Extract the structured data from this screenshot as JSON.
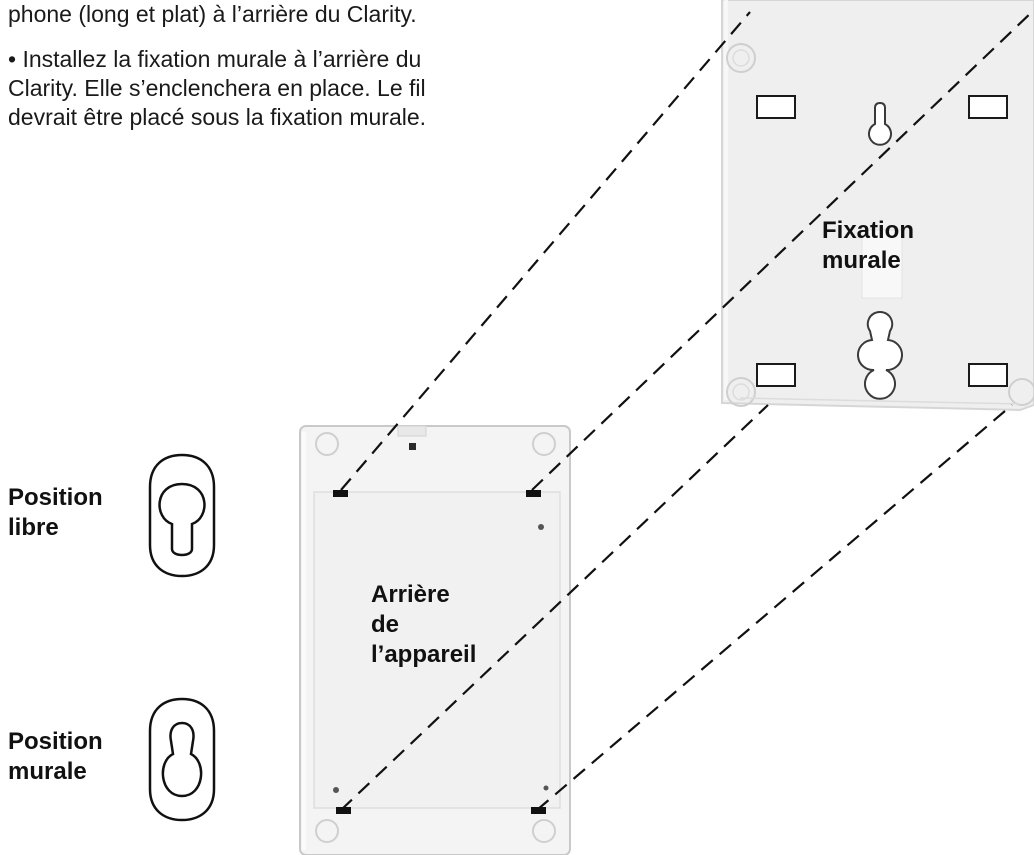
{
  "instructions": {
    "line1": "phone (long et plat) à l’arrière du Clarity.",
    "bullet_line1": "• Installez la fixation murale à l’arrière du",
    "bullet_line2": "Clarity.  Elle s’enclenchera en place.  Le fil",
    "bullet_line3": "devrait être placé sous la fixation murale."
  },
  "bracket_label": {
    "line1": "Fixation",
    "line2": "murale"
  },
  "device_label": {
    "line1": "Arrière",
    "line2": "de",
    "line3": "l’appareil"
  },
  "position_free": {
    "line1": "Position",
    "line2": "libre"
  },
  "position_wall": {
    "line1": "Position",
    "line2": "murale"
  }
}
